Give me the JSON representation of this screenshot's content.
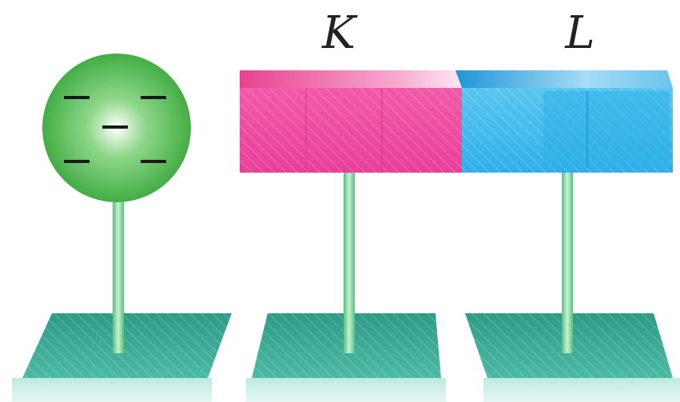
{
  "labels": {
    "k": "K",
    "l": "L"
  },
  "sphere": {
    "charge_sign": "negative",
    "charge_count": 5
  },
  "colors": {
    "sphere": "#3fae3f",
    "rod": "#6fcf8f",
    "bar_k": "#ee4fa2",
    "bar_l": "#3fb8e8",
    "base": "#3ea896",
    "base_bottom": "#cfeee6"
  }
}
